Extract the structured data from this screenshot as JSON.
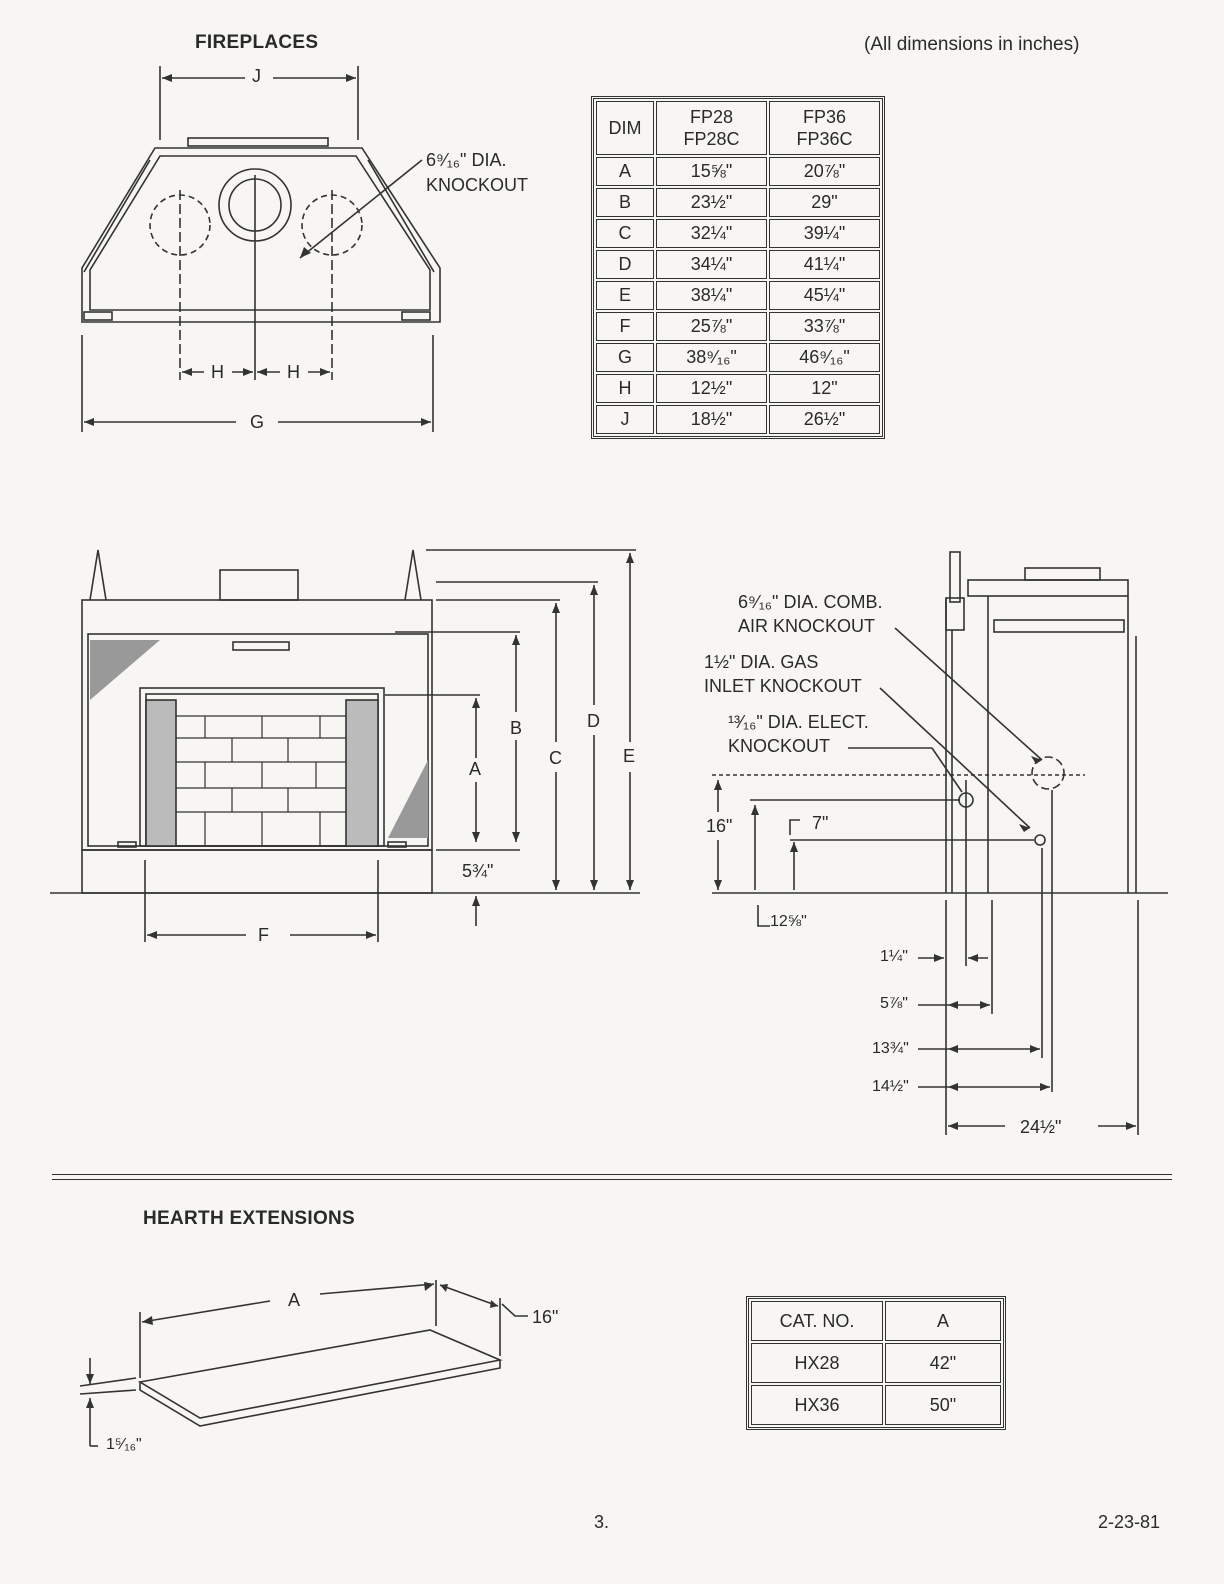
{
  "header": {
    "section_title": "FIREPLACES",
    "units_note": "(All dimensions in inches)"
  },
  "front_view": {
    "knockout_label_1": "6⁹⁄₁₆\" DIA.",
    "knockout_label_2": "KNOCKOUT",
    "dim_j": "J",
    "dim_h": "H",
    "dim_g": "G"
  },
  "dim_table": {
    "header": [
      "DIM",
      "FP28\nFP28C",
      "FP36\nFP36C"
    ],
    "rows": [
      {
        "dim": "A",
        "fp28": "15⅝\"",
        "fp36": "20⅞\""
      },
      {
        "dim": "B",
        "fp28": "23½\"",
        "fp36": "29\""
      },
      {
        "dim": "C",
        "fp28": "32¼\"",
        "fp36": "39¼\""
      },
      {
        "dim": "D",
        "fp28": "34¼\"",
        "fp36": "41¼\""
      },
      {
        "dim": "E",
        "fp28": "38¼\"",
        "fp36": "45¼\""
      },
      {
        "dim": "F",
        "fp28": "25⅞\"",
        "fp36": "33⅞\""
      },
      {
        "dim": "G",
        "fp28": "38⁹⁄₁₆\"",
        "fp36": "46⁹⁄₁₆\""
      },
      {
        "dim": "H",
        "fp28": "12½\"",
        "fp36": "12\""
      },
      {
        "dim": "J",
        "fp28": "18½\"",
        "fp36": "26½\""
      }
    ]
  },
  "elevation_view": {
    "dim_a": "A",
    "dim_b": "B",
    "dim_c": "C",
    "dim_d": "D",
    "dim_e": "E",
    "dim_f": "F",
    "base_height": "5¾\""
  },
  "side_view": {
    "comb_air_1": "6⁹⁄₁₆\" DIA. COMB.",
    "comb_air_2": "AIR KNOCKOUT",
    "gas_inlet_1": "1½\" DIA. GAS",
    "gas_inlet_2": "INLET KNOCKOUT",
    "elect_1": "¹³⁄₁₆\" DIA. ELECT.",
    "elect_2": "KNOCKOUT",
    "h16": "16\"",
    "h7": "7\"",
    "h12": "12⅝\"",
    "d1": "1¼\"",
    "d2": "5⅞\"",
    "d3": "13¾\"",
    "d4": "14½\"",
    "depth": "24½\""
  },
  "hearth": {
    "section_title": "HEARTH EXTENSIONS",
    "dim_a": "A",
    "width": "16\"",
    "thickness": "1⁵⁄₁₆\"",
    "table_header": [
      "CAT. NO.",
      "A"
    ],
    "rows": [
      {
        "cat": "HX28",
        "a": "42\""
      },
      {
        "cat": "HX36",
        "a": "50\""
      }
    ]
  },
  "footer": {
    "page_number": "3.",
    "date": "2-23-81"
  }
}
